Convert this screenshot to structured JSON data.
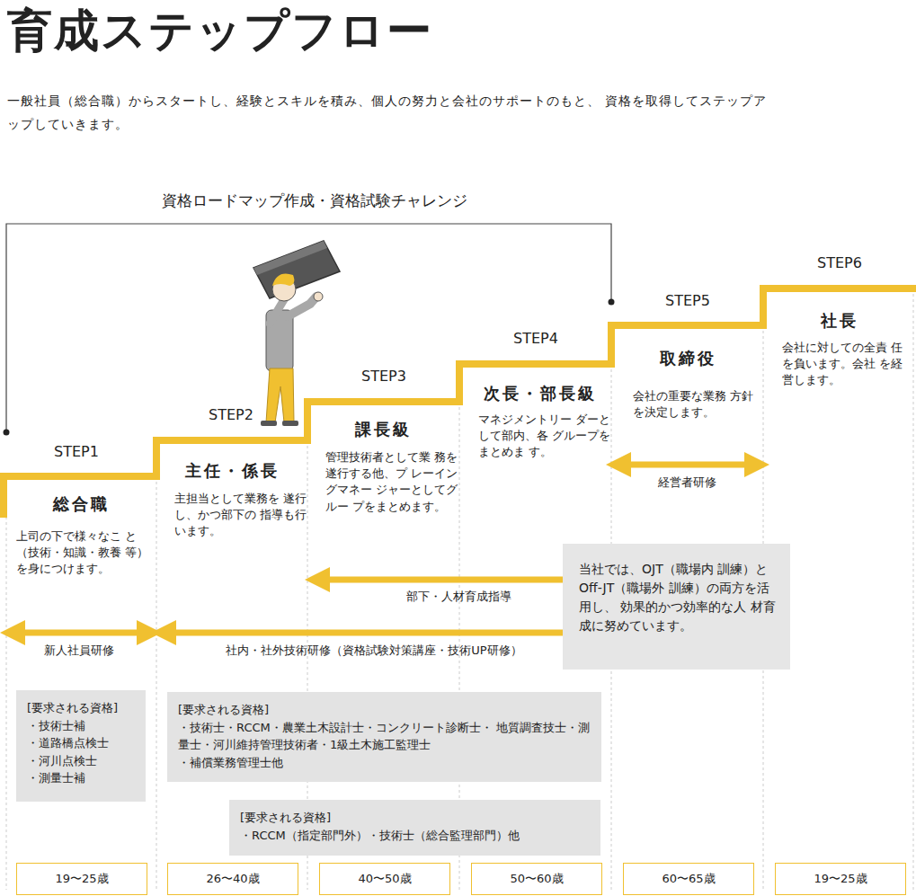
{
  "diagram": {
    "title": "育成ステップフロー",
    "nodes": [
      {
        "text": [
          "[要求される資格]",
          "・技術士補",
          "・道路橋点検士",
          "・河川点検士",
          "・測量士補"
        ]
      },
      {
        "text": [
          "[要求される資格]",
          "・技術士・RCCM・農業土木設計士・コンクリート診断士・ 地質調査技士・測量士・河川維持管理技術者・1級土木施工監理士",
          "・補償業務管理士他"
        ]
      },
      {
        "text": [
          "[要求される資格]",
          "・RCCM（指定部門外）・技術士（総合監理部門）他"
        ]
      },
      {
        "text": [
          "当社では、OJT（職場内 訓練）とOff-JT（職場外 訓練）の両方を活用し、 効果的かつ効率的な人 材育成に努めています。"
        ]
      },
      {
        "text": [
          "19〜25歳"
        ]
      },
      {
        "text": [
          "26〜40歳"
        ]
      },
      {
        "text": [
          "40〜50歳"
        ]
      },
      {
        "text": [
          "50〜60歳"
        ]
      },
      {
        "text": [
          "60〜65歳"
        ]
      },
      {
        "text": [
          "19〜25歳"
        ]
      }
    ],
    "edges": [],
    "labels": [
      "一般社員（総合職）からスタートし、経験とスキルを積み、個人の努力と会社のサポートのもと、 資格を取得してステップアップしていきます。",
      "資格ロードマップ作成・資格試験チャレンジ",
      "STEP1",
      "総合職",
      "上司の下で様々なこ と（技術・知識・教養 等）を身につけます。",
      "STEP2",
      "主任・係長",
      "主担当として業務を 遂行し、かつ部下の 指導も行います。",
      "STEP3",
      "課長級",
      "管理技術者として業 務を遂行する他、プ レーイングマネー ジャーとしてグルー プをまとめます。",
      "STEP4",
      "次長・部長級",
      "マネジメントリー ダーとして部内、各 グループをまとめま す。",
      "STEP5",
      "取締役",
      "会社の重要な業務 方針を決定します。",
      "STEP6",
      "社長",
      "会社に対しての全責 任を負います。会社 を経営します。",
      "新人社員研修",
      "社内・社外技術研修（資格試験対策講座・技術UP研修）",
      "部下・人材育成指導",
      "経営者研修"
    ]
  }
}
